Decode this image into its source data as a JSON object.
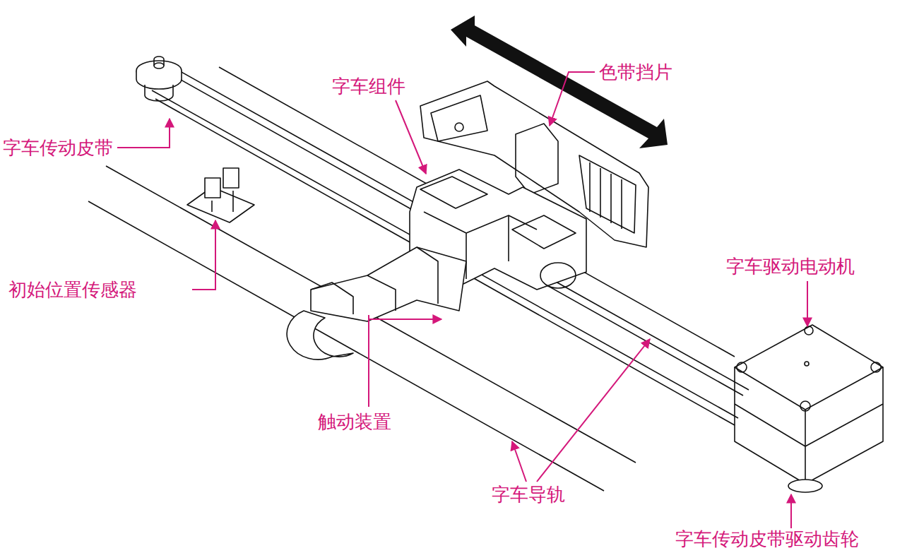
{
  "diagram": {
    "labels": [
      "色带挡片",
      "字车组件",
      "字车传动皮带",
      "初始位置传感器",
      "字车驱动电动机",
      "触动装置",
      "字车导轨",
      "字车传动皮带驱动齿轮"
    ]
  }
}
